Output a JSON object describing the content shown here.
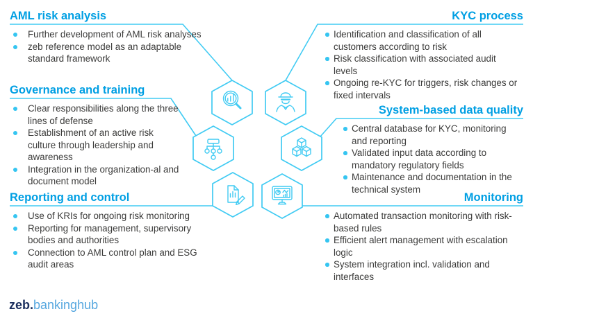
{
  "colors": {
    "accent": "#009FE3",
    "line": "#41CBF3",
    "bullet": "#35C5F1",
    "text": "#3B3B3A",
    "logo-navy": "#1B2F5E",
    "logo-blue": "#56A7DF",
    "bg": "#FFFFFF"
  },
  "logo": {
    "prefix": "zeb.",
    "suffix": "bankinghub"
  },
  "sections": [
    {
      "id": "aml-risk-analysis",
      "title": "AML risk analysis",
      "icon": "magnifier-chart-icon",
      "bullets": [
        "Further development of AML risk analyses",
        "zeb reference model as an adaptable\nstandard framework"
      ]
    },
    {
      "id": "governance-and-training",
      "title": "Governance and training",
      "icon": "org-chart-icon",
      "bullets": [
        "Clear responsibilities along the three\nlines of defense",
        "Establishment of an active risk\nculture through leadership and\nawareness",
        "Integration in the organization-al and\ndocument model"
      ]
    },
    {
      "id": "reporting-and-control",
      "title": "Reporting and control",
      "icon": "document-pencil-icon",
      "bullets": [
        "Use of KRIs for ongoing risk monitoring",
        "Reporting for management, supervisory\nbodies and authorities",
        "Connection to AML control plan and ESG\naudit areas"
      ]
    },
    {
      "id": "kyc-process",
      "title": "KYC process",
      "icon": "detective-icon",
      "bullets": [
        "Identification and classification of all\ncustomers according to risk",
        "Risk classification with associated audit\nlevels",
        "Ongoing re-KYC for triggers, risk changes or\nfixed intervals"
      ]
    },
    {
      "id": "system-based-data-quality",
      "title": "System-based data quality",
      "icon": "cubes-icon",
      "bullets": [
        "Central database for KYC, monitoring\nand reporting",
        "Validated input data according to\nmandatory regulatory fields",
        "Maintenance and documentation in the\ntechnical system"
      ]
    },
    {
      "id": "monitoring",
      "title": "Monitoring",
      "icon": "monitor-dashboard-icon",
      "bullets": [
        "Automated transaction monitoring with risk-\nbased rules",
        "Efficient alert management with escalation\nlogic",
        "System integration incl. validation and\ninterfaces"
      ]
    }
  ]
}
